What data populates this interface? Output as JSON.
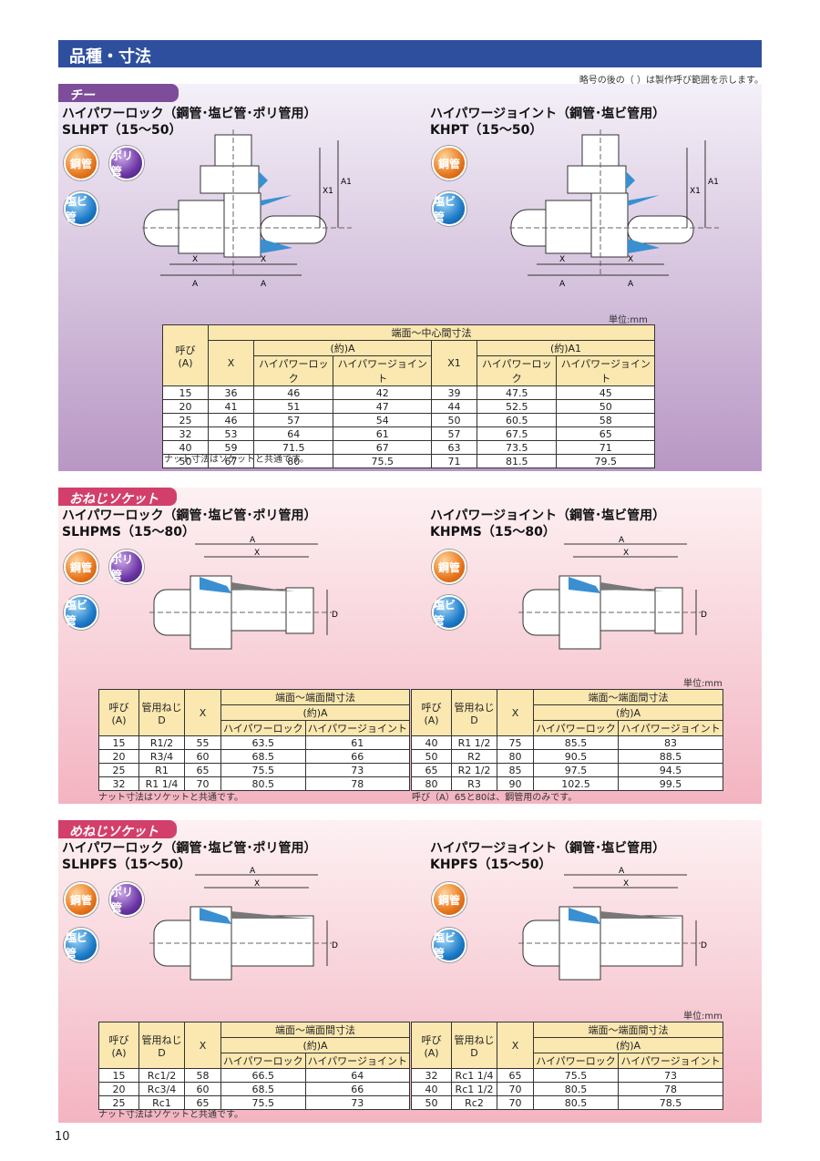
{
  "header": {
    "title": "品種・寸法",
    "note": "略号の後の（ ）は製作呼び範囲を示します。"
  },
  "badges": {
    "steel": "鋼管",
    "poly": "ポリ管",
    "pvc": "塩ビ管"
  },
  "unit": "単位:mm",
  "tee": {
    "tag": "チー",
    "left_name": "ハイパワーロック（鋼管･塩ビ管･ポリ管用）",
    "left_code": "SLHPT（15～50）",
    "right_name": "ハイパワージョイント（鋼管･塩ビ管用）",
    "right_code": "KHPT（15～50）",
    "dims": {
      "x": "X",
      "a": "A",
      "x1": "X1",
      "a1": "A1"
    },
    "table": {
      "h_nominal": "呼び\n(A)",
      "h_group": "端面～中心間寸法",
      "h_x": "X",
      "h_a": "(約)A",
      "h_lock": "ハイパワーロック",
      "h_joint": "ハイパワージョイント",
      "h_x1": "X1",
      "h_a1": "(約)A1",
      "rows": [
        [
          "15",
          "36",
          "46",
          "42",
          "39",
          "47.5",
          "45"
        ],
        [
          "20",
          "41",
          "51",
          "47",
          "44",
          "52.5",
          "50"
        ],
        [
          "25",
          "46",
          "57",
          "54",
          "50",
          "60.5",
          "58"
        ],
        [
          "32",
          "53",
          "64",
          "61",
          "57",
          "67.5",
          "65"
        ],
        [
          "40",
          "59",
          "71.5",
          "67",
          "63",
          "73.5",
          "71"
        ],
        [
          "50",
          "67",
          "80",
          "75.5",
          "71",
          "81.5",
          "79.5"
        ]
      ]
    },
    "note": "ナット寸法はソケットと共通です。"
  },
  "male": {
    "tag": "おねじソケット",
    "left_name": "ハイパワーロック（鋼管･塩ビ管･ポリ管用）",
    "left_code": "SLHPMS（15～80）",
    "right_name": "ハイパワージョイント（鋼管･塩ビ管用）",
    "right_code": "KHPMS（15～80）",
    "dims": {
      "a": "A",
      "x": "X",
      "d": "D"
    },
    "table": {
      "h_nominal": "呼び\n(A)",
      "h_thread": "管用ねじ\nD",
      "h_x": "X",
      "h_group": "端面～端面間寸法",
      "h_a": "(約)A",
      "h_lock": "ハイパワーロック",
      "h_joint": "ハイパワージョイント",
      "rows_left": [
        [
          "15",
          "R1/2",
          "55",
          "63.5",
          "61"
        ],
        [
          "20",
          "R3/4",
          "60",
          "68.5",
          "66"
        ],
        [
          "25",
          "R1",
          "65",
          "75.5",
          "73"
        ],
        [
          "32",
          "R1 1/4",
          "70",
          "80.5",
          "78"
        ]
      ],
      "rows_right": [
        [
          "40",
          "R1 1/2",
          "75",
          "85.5",
          "83"
        ],
        [
          "50",
          "R2",
          "80",
          "90.5",
          "88.5"
        ],
        [
          "65",
          "R2 1/2",
          "85",
          "97.5",
          "94.5"
        ],
        [
          "80",
          "R3",
          "90",
          "102.5",
          "99.5"
        ]
      ]
    },
    "note_left": "ナット寸法はソケットと共通です。",
    "note_right": "呼び（A）65と80は、鋼管用のみです。"
  },
  "female": {
    "tag": "めねじソケット",
    "left_name": "ハイパワーロック（鋼管･塩ビ管･ポリ管用）",
    "left_code": "SLHPFS（15～50）",
    "right_name": "ハイパワージョイント（鋼管･塩ビ管用）",
    "right_code": "KHPFS（15～50）",
    "dims": {
      "a": "A",
      "x": "X",
      "d": "D"
    },
    "table": {
      "h_nominal": "呼び\n(A)",
      "h_thread": "管用ねじ\nD",
      "h_x": "X",
      "h_group": "端面～端面間寸法",
      "h_a": "(約)A",
      "h_lock": "ハイパワーロック",
      "h_joint": "ハイパワージョイント",
      "rows_left": [
        [
          "15",
          "Rc1/2",
          "58",
          "66.5",
          "64"
        ],
        [
          "20",
          "Rc3/4",
          "60",
          "68.5",
          "66"
        ],
        [
          "25",
          "Rc1",
          "65",
          "75.5",
          "73"
        ]
      ],
      "rows_right": [
        [
          "32",
          "Rc1 1/4",
          "65",
          "75.5",
          "73"
        ],
        [
          "40",
          "Rc1 1/2",
          "70",
          "80.5",
          "78"
        ],
        [
          "50",
          "Rc2",
          "70",
          "80.5",
          "78.5"
        ]
      ]
    },
    "note": "ナット寸法はソケットと共通です。"
  },
  "page_number": "10"
}
